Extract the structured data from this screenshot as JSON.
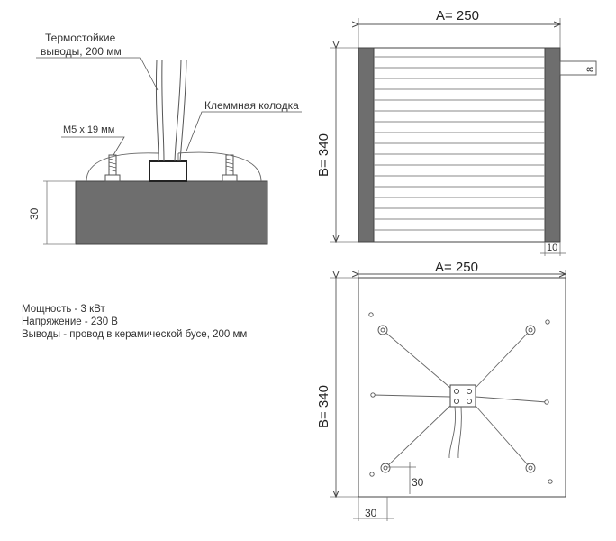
{
  "side_view": {
    "wires_label_line1": "Термостойкие",
    "wires_label_line2": "выводы, 200 мм",
    "terminal_block_label": "Клеммная колодка",
    "stud_label": "М5  х 19  мм",
    "height_dim": "30"
  },
  "top_view": {
    "width_dim": "A= 250",
    "height_dim": "B= 340",
    "edge_dim": "10",
    "side_dim": "8"
  },
  "bottom_view": {
    "width_dim": "A= 250",
    "height_dim": "B= 340",
    "offset_x_dim": "30",
    "offset_y_dim": "30"
  },
  "specs": {
    "power": "Мощность -   3 кВт",
    "voltage": "Напряжение - 230 В",
    "leads": "Выводы - провод в керамической бусе, 200 мм"
  }
}
